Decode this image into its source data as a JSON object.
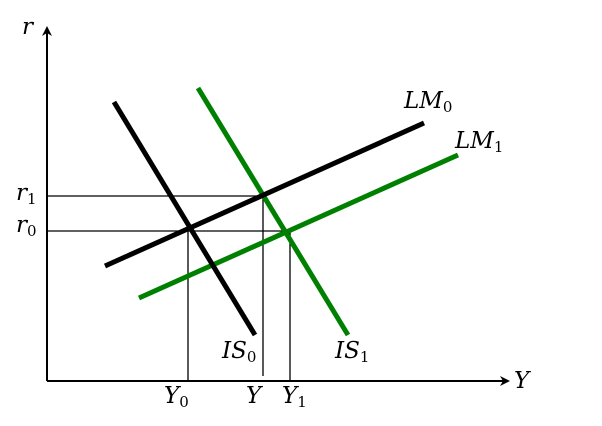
{
  "axes": {
    "y_label": "r",
    "x_label": "Y"
  },
  "curves": {
    "lm0": {
      "main": "LM",
      "sub": "0",
      "color": "#000000"
    },
    "lm1": {
      "main": "LM",
      "sub": "1",
      "color": "#008000"
    },
    "is0": {
      "main": "IS",
      "sub": "0",
      "color": "#000000"
    },
    "is1": {
      "main": "IS",
      "sub": "1",
      "color": "#008000"
    }
  },
  "levels": {
    "r1": {
      "main": "r",
      "sub": "1"
    },
    "r0": {
      "main": "r",
      "sub": "0"
    }
  },
  "outputs": {
    "y0": {
      "main": "Y",
      "sub": "0"
    },
    "y": {
      "main": "Y",
      "sub": ""
    },
    "y1": {
      "main": "Y",
      "sub": "1"
    }
  }
}
